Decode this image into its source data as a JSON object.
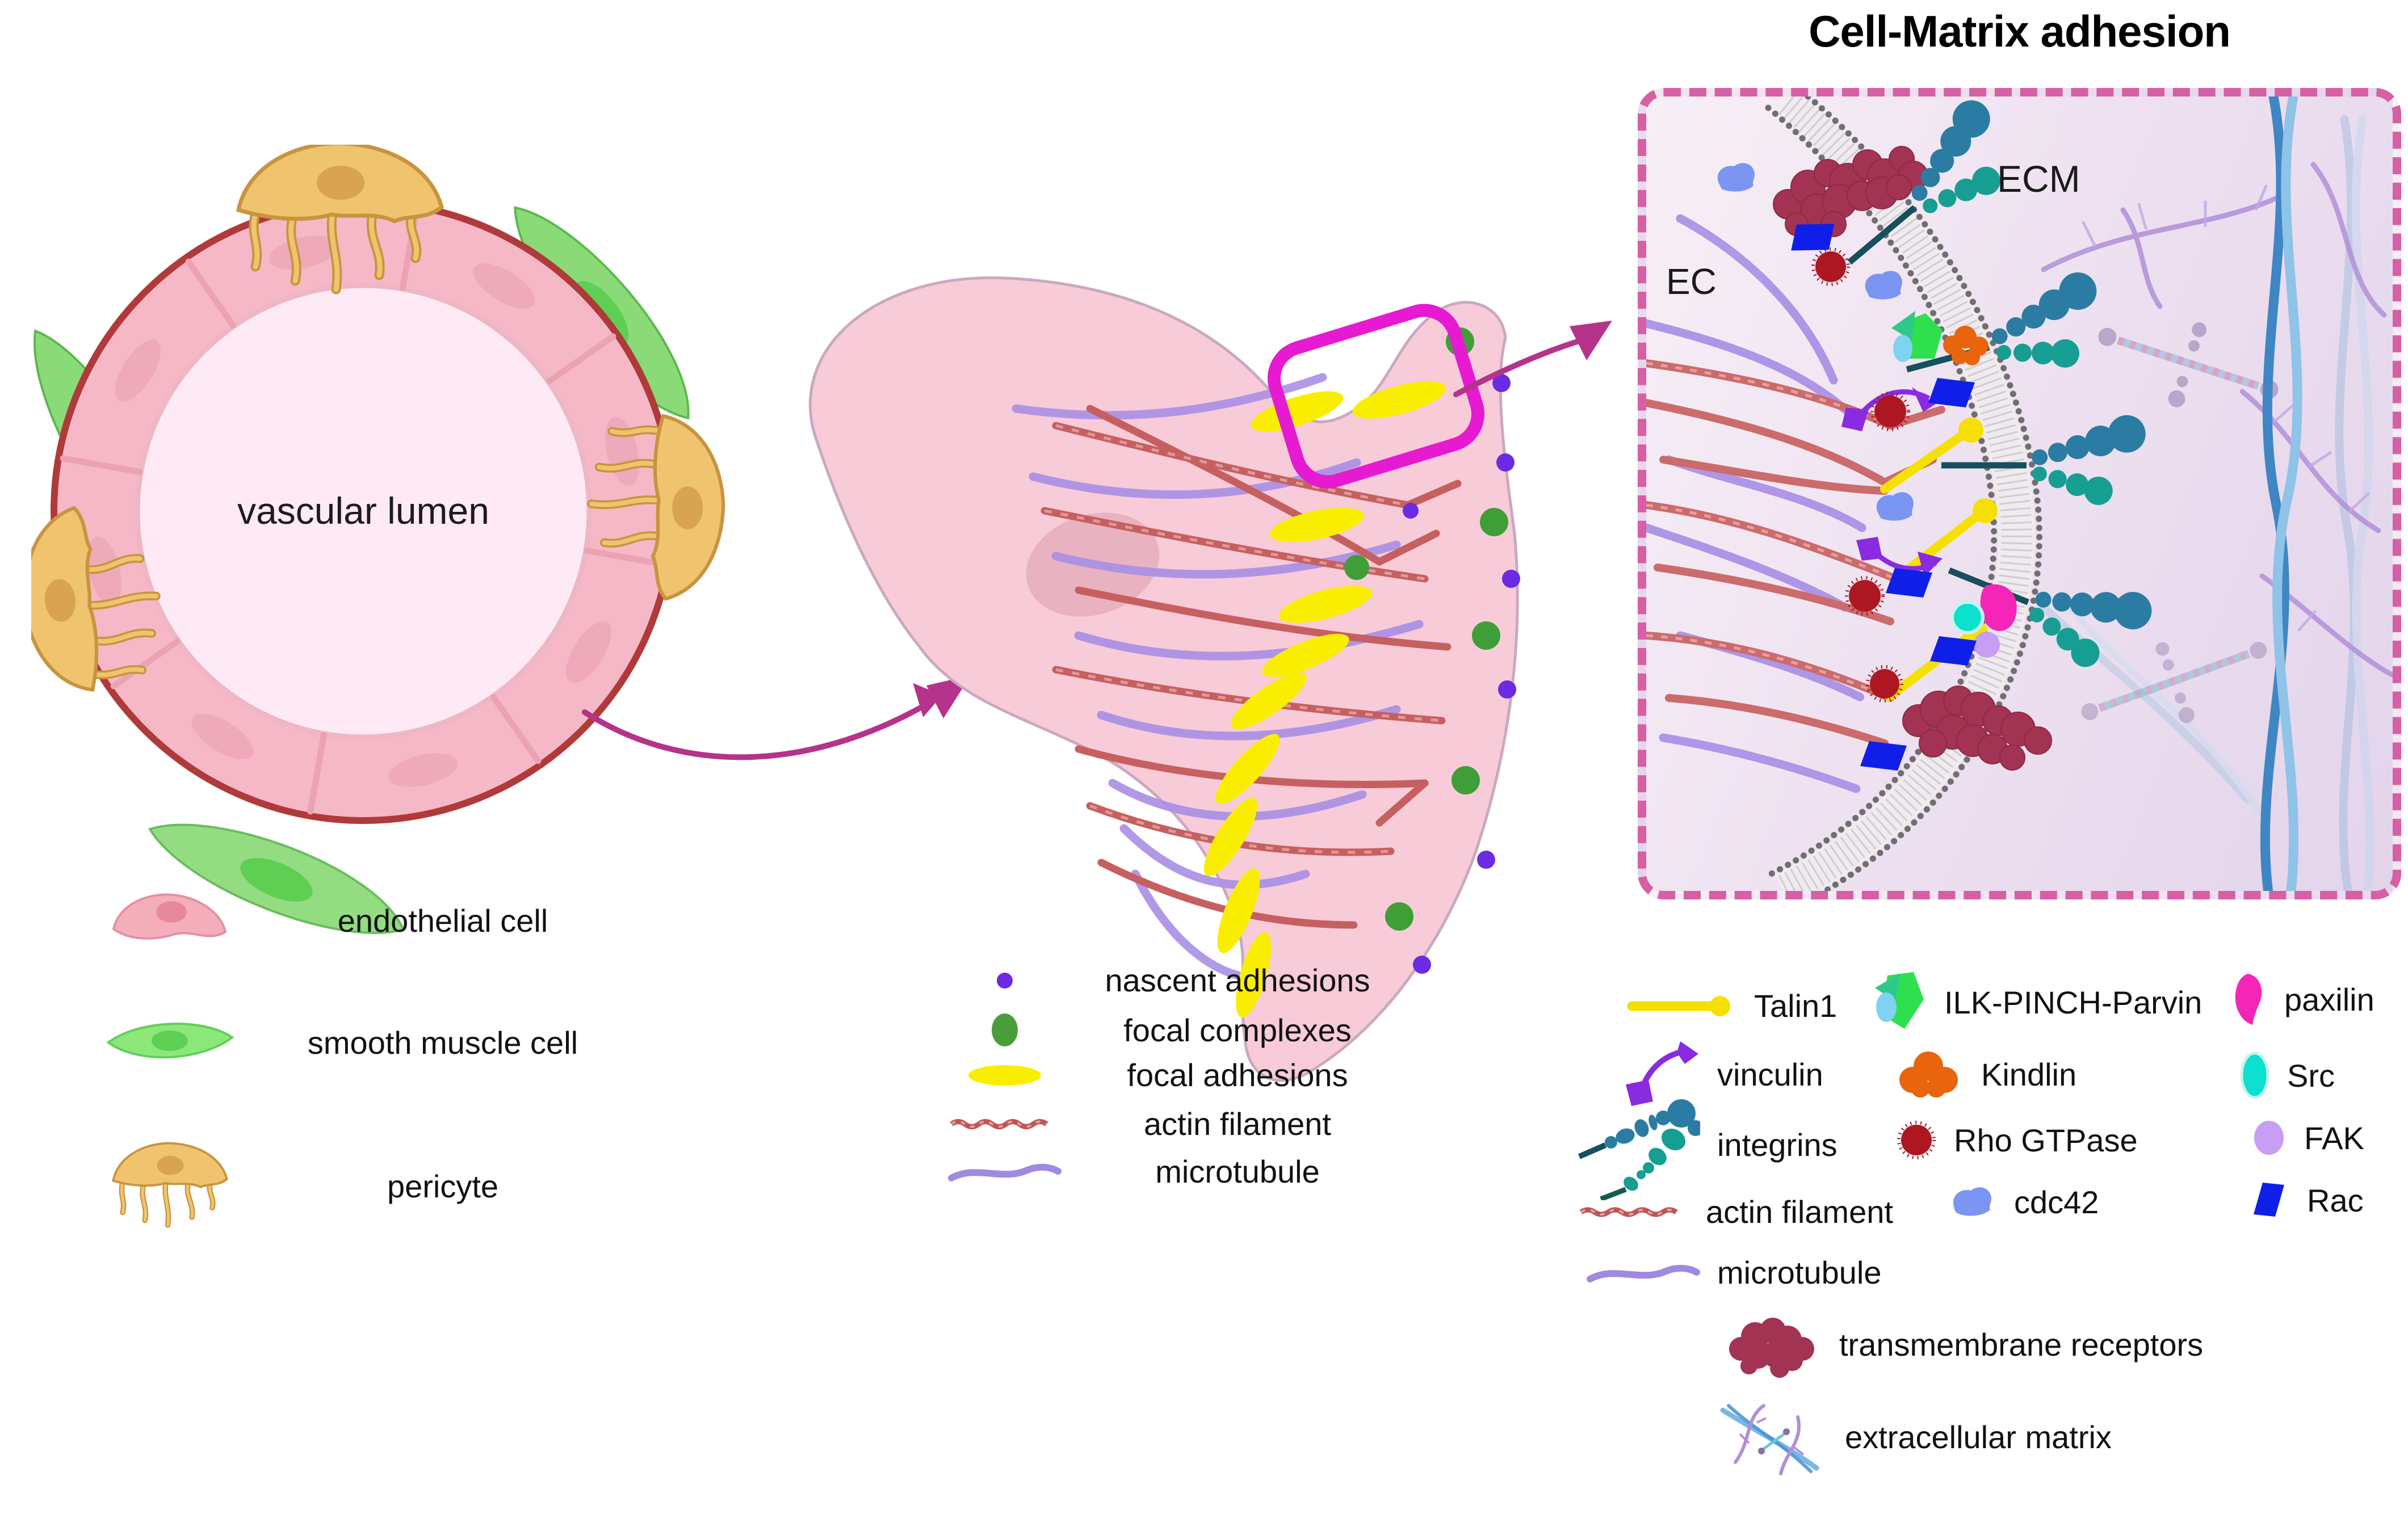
{
  "title": "Cell-Matrix adhesion",
  "vessel": {
    "lumen_label": "vascular lumen"
  },
  "panel": {
    "ec_label": "EC",
    "ecm_label": "ECM"
  },
  "cell_legend": {
    "items": [
      {
        "name": "endothelial-cell",
        "label": "endothelial cell"
      },
      {
        "name": "smooth-muscle-cell",
        "label": "smooth muscle cell"
      },
      {
        "name": "pericyte",
        "label": "pericyte"
      }
    ]
  },
  "adhesion_legend": {
    "items": [
      {
        "name": "nascent-adhesions",
        "label": "nascent adhesions"
      },
      {
        "name": "focal-complexes",
        "label": "focal complexes"
      },
      {
        "name": "focal-adhesions",
        "label": "focal adhesions"
      },
      {
        "name": "actin-filament",
        "label": "actin filament"
      },
      {
        "name": "microtubule",
        "label": "microtubule"
      }
    ]
  },
  "molecule_legend": {
    "rows": [
      [
        {
          "name": "talin1",
          "label": "Talin1"
        },
        {
          "name": "ilk-pinch-parvin",
          "label": "ILK-PINCH-Parvin"
        },
        {
          "name": "paxilin",
          "label": "paxilin"
        }
      ],
      [
        {
          "name": "vinculin",
          "label": "vinculin"
        },
        {
          "name": "kindlin",
          "label": "Kindlin"
        },
        {
          "name": "src",
          "label": "Src"
        }
      ],
      [
        {
          "name": "integrins",
          "label": "integrins"
        },
        {
          "name": "rho-gtpase",
          "label": "Rho GTPase"
        },
        {
          "name": "fak",
          "label": "FAK"
        }
      ],
      [
        {
          "name": "actin-filament",
          "label": "actin filament"
        },
        {
          "name": "cdc42",
          "label": "cdc42"
        },
        {
          "name": "rac",
          "label": "Rac"
        }
      ],
      [
        {
          "name": "microtubule",
          "label": "microtubule"
        }
      ],
      [
        {
          "name": "transmembrane-receptors",
          "label": "transmembrane receptors"
        }
      ],
      [
        {
          "name": "extracellular-matrix",
          "label": "extracellular matrix"
        }
      ]
    ]
  },
  "colors": {
    "magenta_arrow": "#b5338a",
    "highlight_box": "#e61ad0",
    "panel_border": "#d75fa5",
    "talin_yellow": "#f5e003",
    "focal_adhesion_yellow": "#f9ee00",
    "nascent_purple": "#6b2be0",
    "focal_complex_green": "#3f9e38",
    "actin_red": "#c66060",
    "microtubule_purple": "#a98fe6",
    "integrin_blue": "#2b7ca3",
    "integrin_teal": "#179e92",
    "kindlin_orange": "#e8650d",
    "ilk_green": "#2ee04e",
    "pinch_cyan": "#7ed3f0",
    "paxilin_magenta": "#f525b8",
    "src_cyan": "#0ce0cf",
    "fak_lavender": "#c79ef2",
    "rho_red": "#ad1722",
    "cdc42_blue": "#7b96f2",
    "rac_blue": "#0f1fe8",
    "receptor_maroon": "#a23352",
    "ecm_fiber_blue": "#3f86c4",
    "ecm_fiber_purple": "#b18fd8",
    "endothelial_pink": "#f6b8c6",
    "vessel_lumen_pink": "#fdeaf5",
    "vessel_wall_red": "#b03a3a",
    "smooth_muscle_green": "#8ada77",
    "pericyte_orange": "#f0c46e",
    "cell_body_pink": "#f8cbd8"
  }
}
